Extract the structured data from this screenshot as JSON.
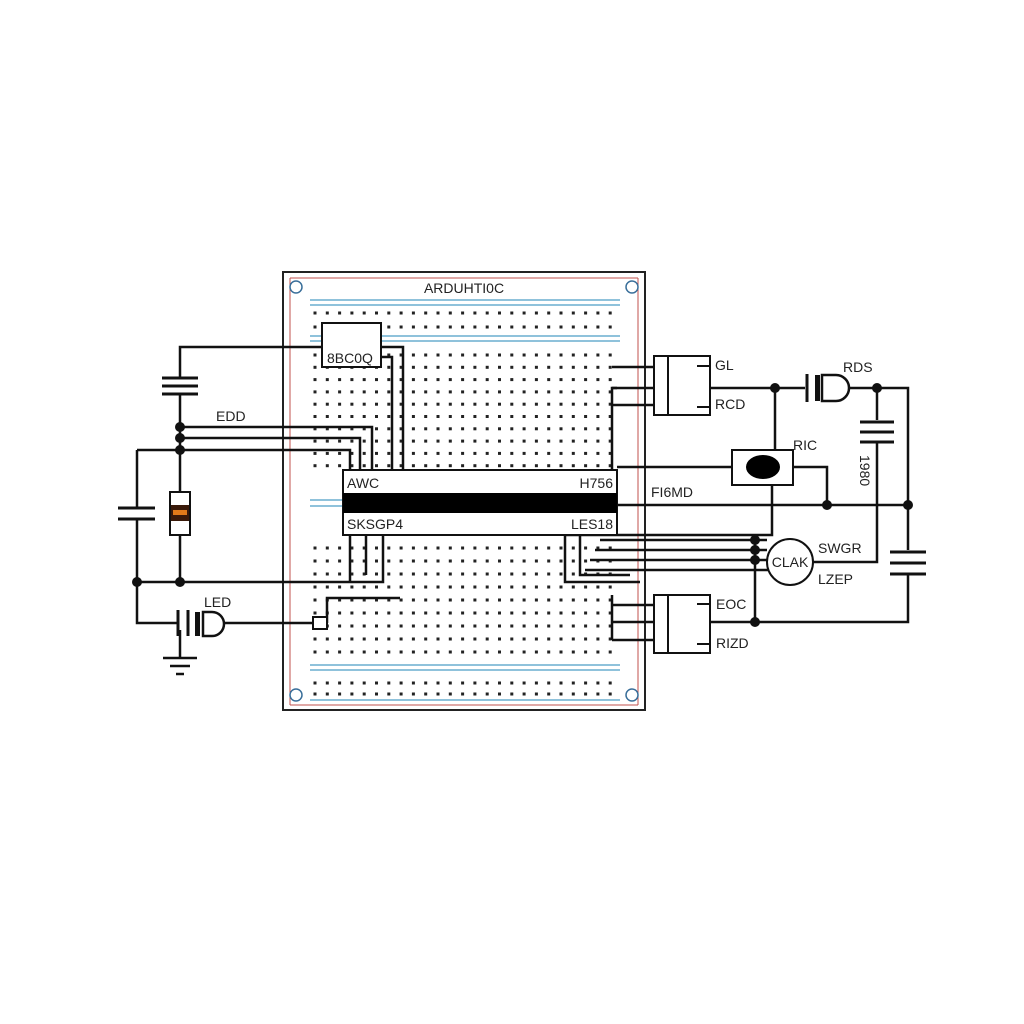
{
  "board": {
    "title": "ARDUHTI0C"
  },
  "module": {
    "label": "8BC0Q"
  },
  "chip": {
    "top_left": "AWC",
    "top_right": "H756",
    "bottom_left": "SKSGP4",
    "bottom_right": "LES18"
  },
  "labels": {
    "edd": "EDD",
    "led": "LED",
    "gl": "GL",
    "rcd": "RCD",
    "rds": "RDS",
    "ric": "RIC",
    "fi6md": "FI6MD",
    "swgr": "SWGR",
    "clak": "CLAK",
    "lzep": "LZEP",
    "eoc": "EOC",
    "rizd": "RIZD",
    "side_cap": "1980"
  },
  "colors": {
    "wire": "#111111",
    "rail_red": "#c0504d",
    "rail_blue": "#6aaecf",
    "resistor_band": "#e07a1a"
  }
}
